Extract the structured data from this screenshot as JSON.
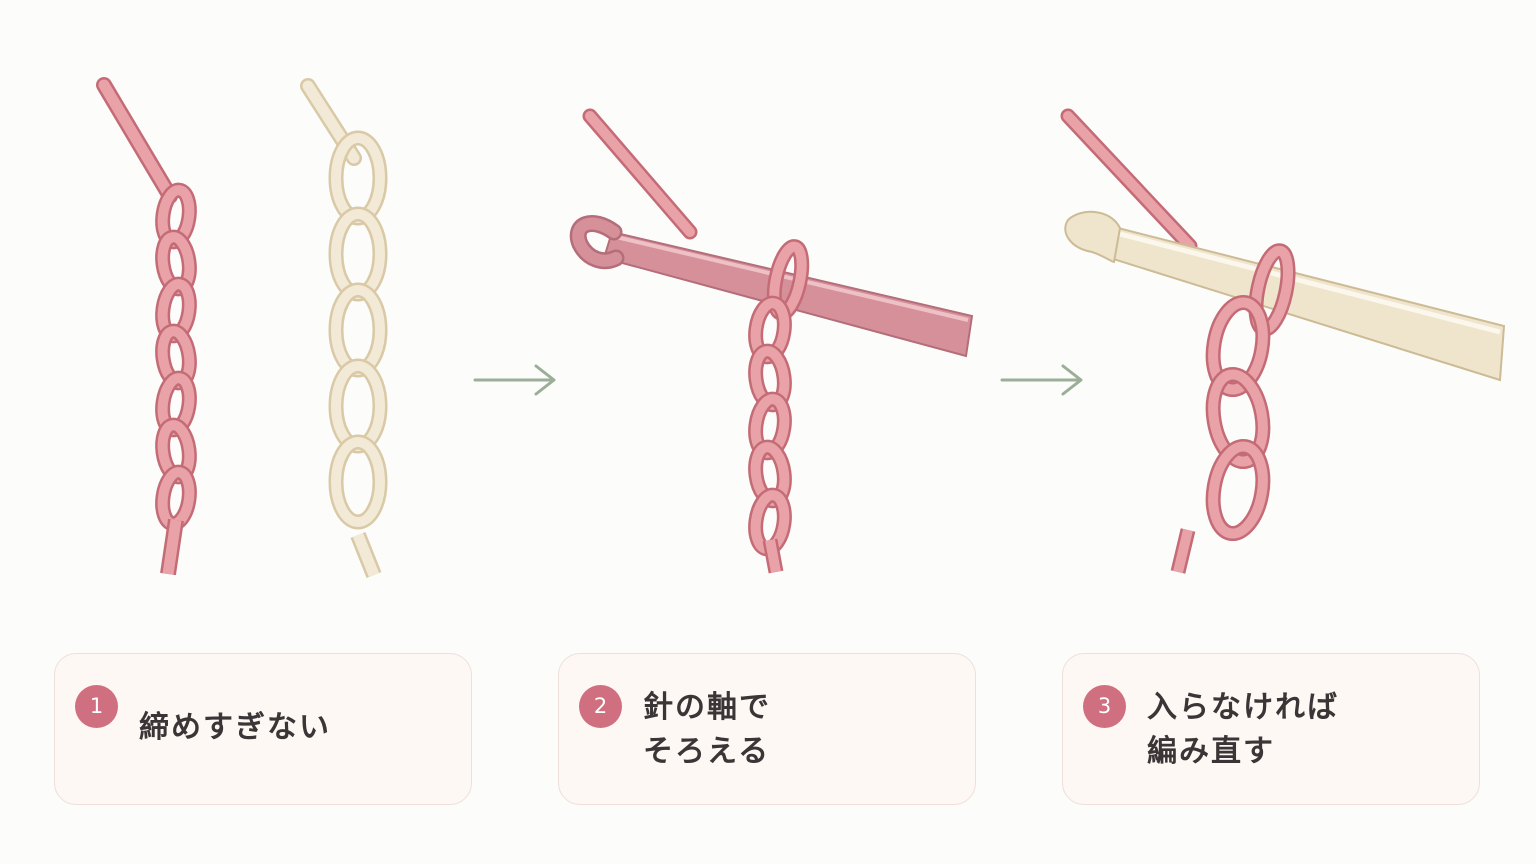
{
  "steps": [
    {
      "number": "1",
      "label": "締めすぎない"
    },
    {
      "number": "2",
      "label": "針の軸で\nそろえる"
    },
    {
      "number": "3",
      "label": "入らなければ\n編み直す"
    }
  ],
  "colors": {
    "pink_yarn": "#e8a2a8",
    "pink_yarn_edge": "#c46b76",
    "cream_yarn": "#f2ead6",
    "cream_yarn_edge": "#d9c9a6",
    "pink_hook": "#d6909a",
    "cream_hook": "#efe5cd",
    "arrow": "#9bae98",
    "badge": "#cf6f7f",
    "card_bg": "#fdf8f4",
    "card_border": "#eedfd9"
  },
  "icons": {
    "arrow": "arrow-right-icon",
    "hook": "crochet-hook-icon"
  }
}
